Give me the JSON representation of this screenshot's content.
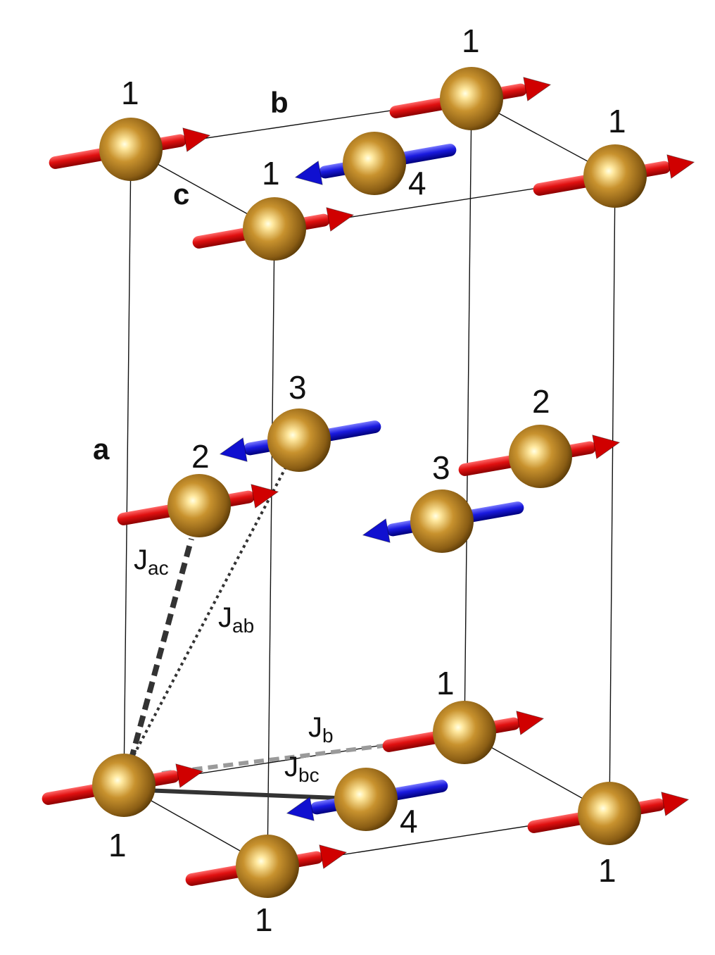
{
  "axes": {
    "a": "a",
    "b": "b",
    "c": "c"
  },
  "site_labels": {
    "s1": "1",
    "s2": "1",
    "s3": "1",
    "s4": "1",
    "s5": "1",
    "s6": "1",
    "s7": "1",
    "s8": "1",
    "s9": "4",
    "s10": "4",
    "s11": "2",
    "s12": "2",
    "s13": "3",
    "s14": "3"
  },
  "couplings": {
    "jac": {
      "main": "J",
      "sub": "ac"
    },
    "jab": {
      "main": "J",
      "sub": "ab"
    },
    "jb": {
      "main": "J",
      "sub": "b"
    },
    "jbc": {
      "main": "J",
      "sub": "bc"
    }
  },
  "colors": {
    "atom": "#b8862a",
    "spin_up": "#dd1111",
    "spin_down": "#1a1adf",
    "cell_edge": "#111111",
    "jab_line": "#333333",
    "jb_line": "#9a9a9a"
  }
}
